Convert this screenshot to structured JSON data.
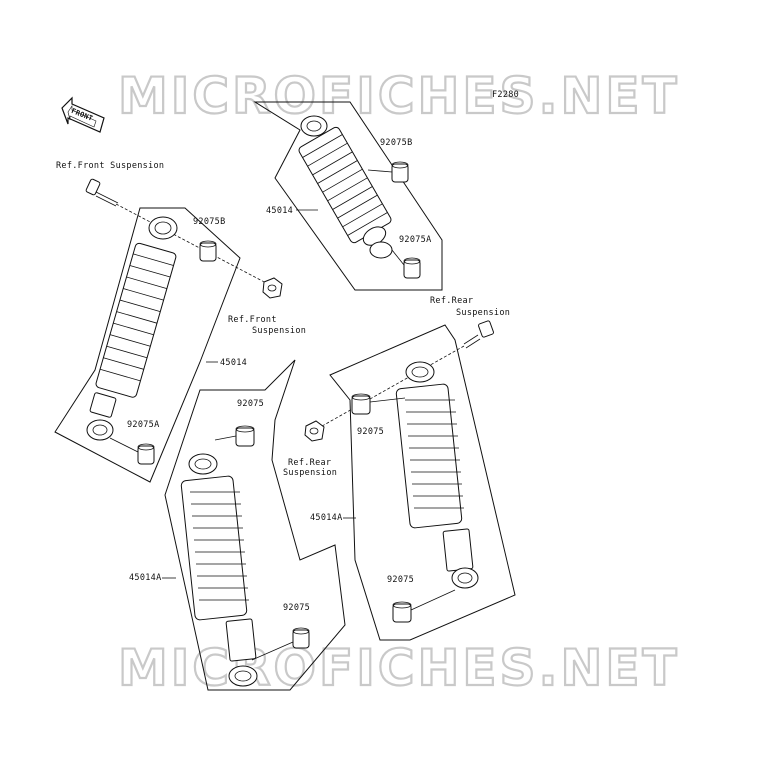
{
  "watermark": {
    "top": "MICROFICHES.NET",
    "bottom": "MICROFICHES.NET"
  },
  "figure_code": "F2280",
  "front_badge": "FRONT",
  "labels": {
    "ref_front_top": "Ref.Front Suspension",
    "ref_front_mid_line1": "Ref.Front",
    "ref_front_mid_line2": "Suspension",
    "ref_rear_top_line1": "Ref.Rear",
    "ref_rear_top_line2": "Suspension",
    "ref_rear_mid_line1": "Ref.Rear",
    "ref_rear_mid_line2": "Suspension",
    "part_92075B_upper": "92075B",
    "part_92075A_upper": "92075A",
    "part_45014_upper": "45014",
    "part_92075B_left": "92075B",
    "part_45014_left": "45014",
    "part_92075A_left": "92075A",
    "part_92075_mid_top": "92075",
    "part_92075_mid_bottom": "92075",
    "part_45014A_mid": "45014A",
    "part_92075_right_top": "92075",
    "part_45014A_right": "45014A",
    "part_92075_right_bottom": "92075"
  }
}
